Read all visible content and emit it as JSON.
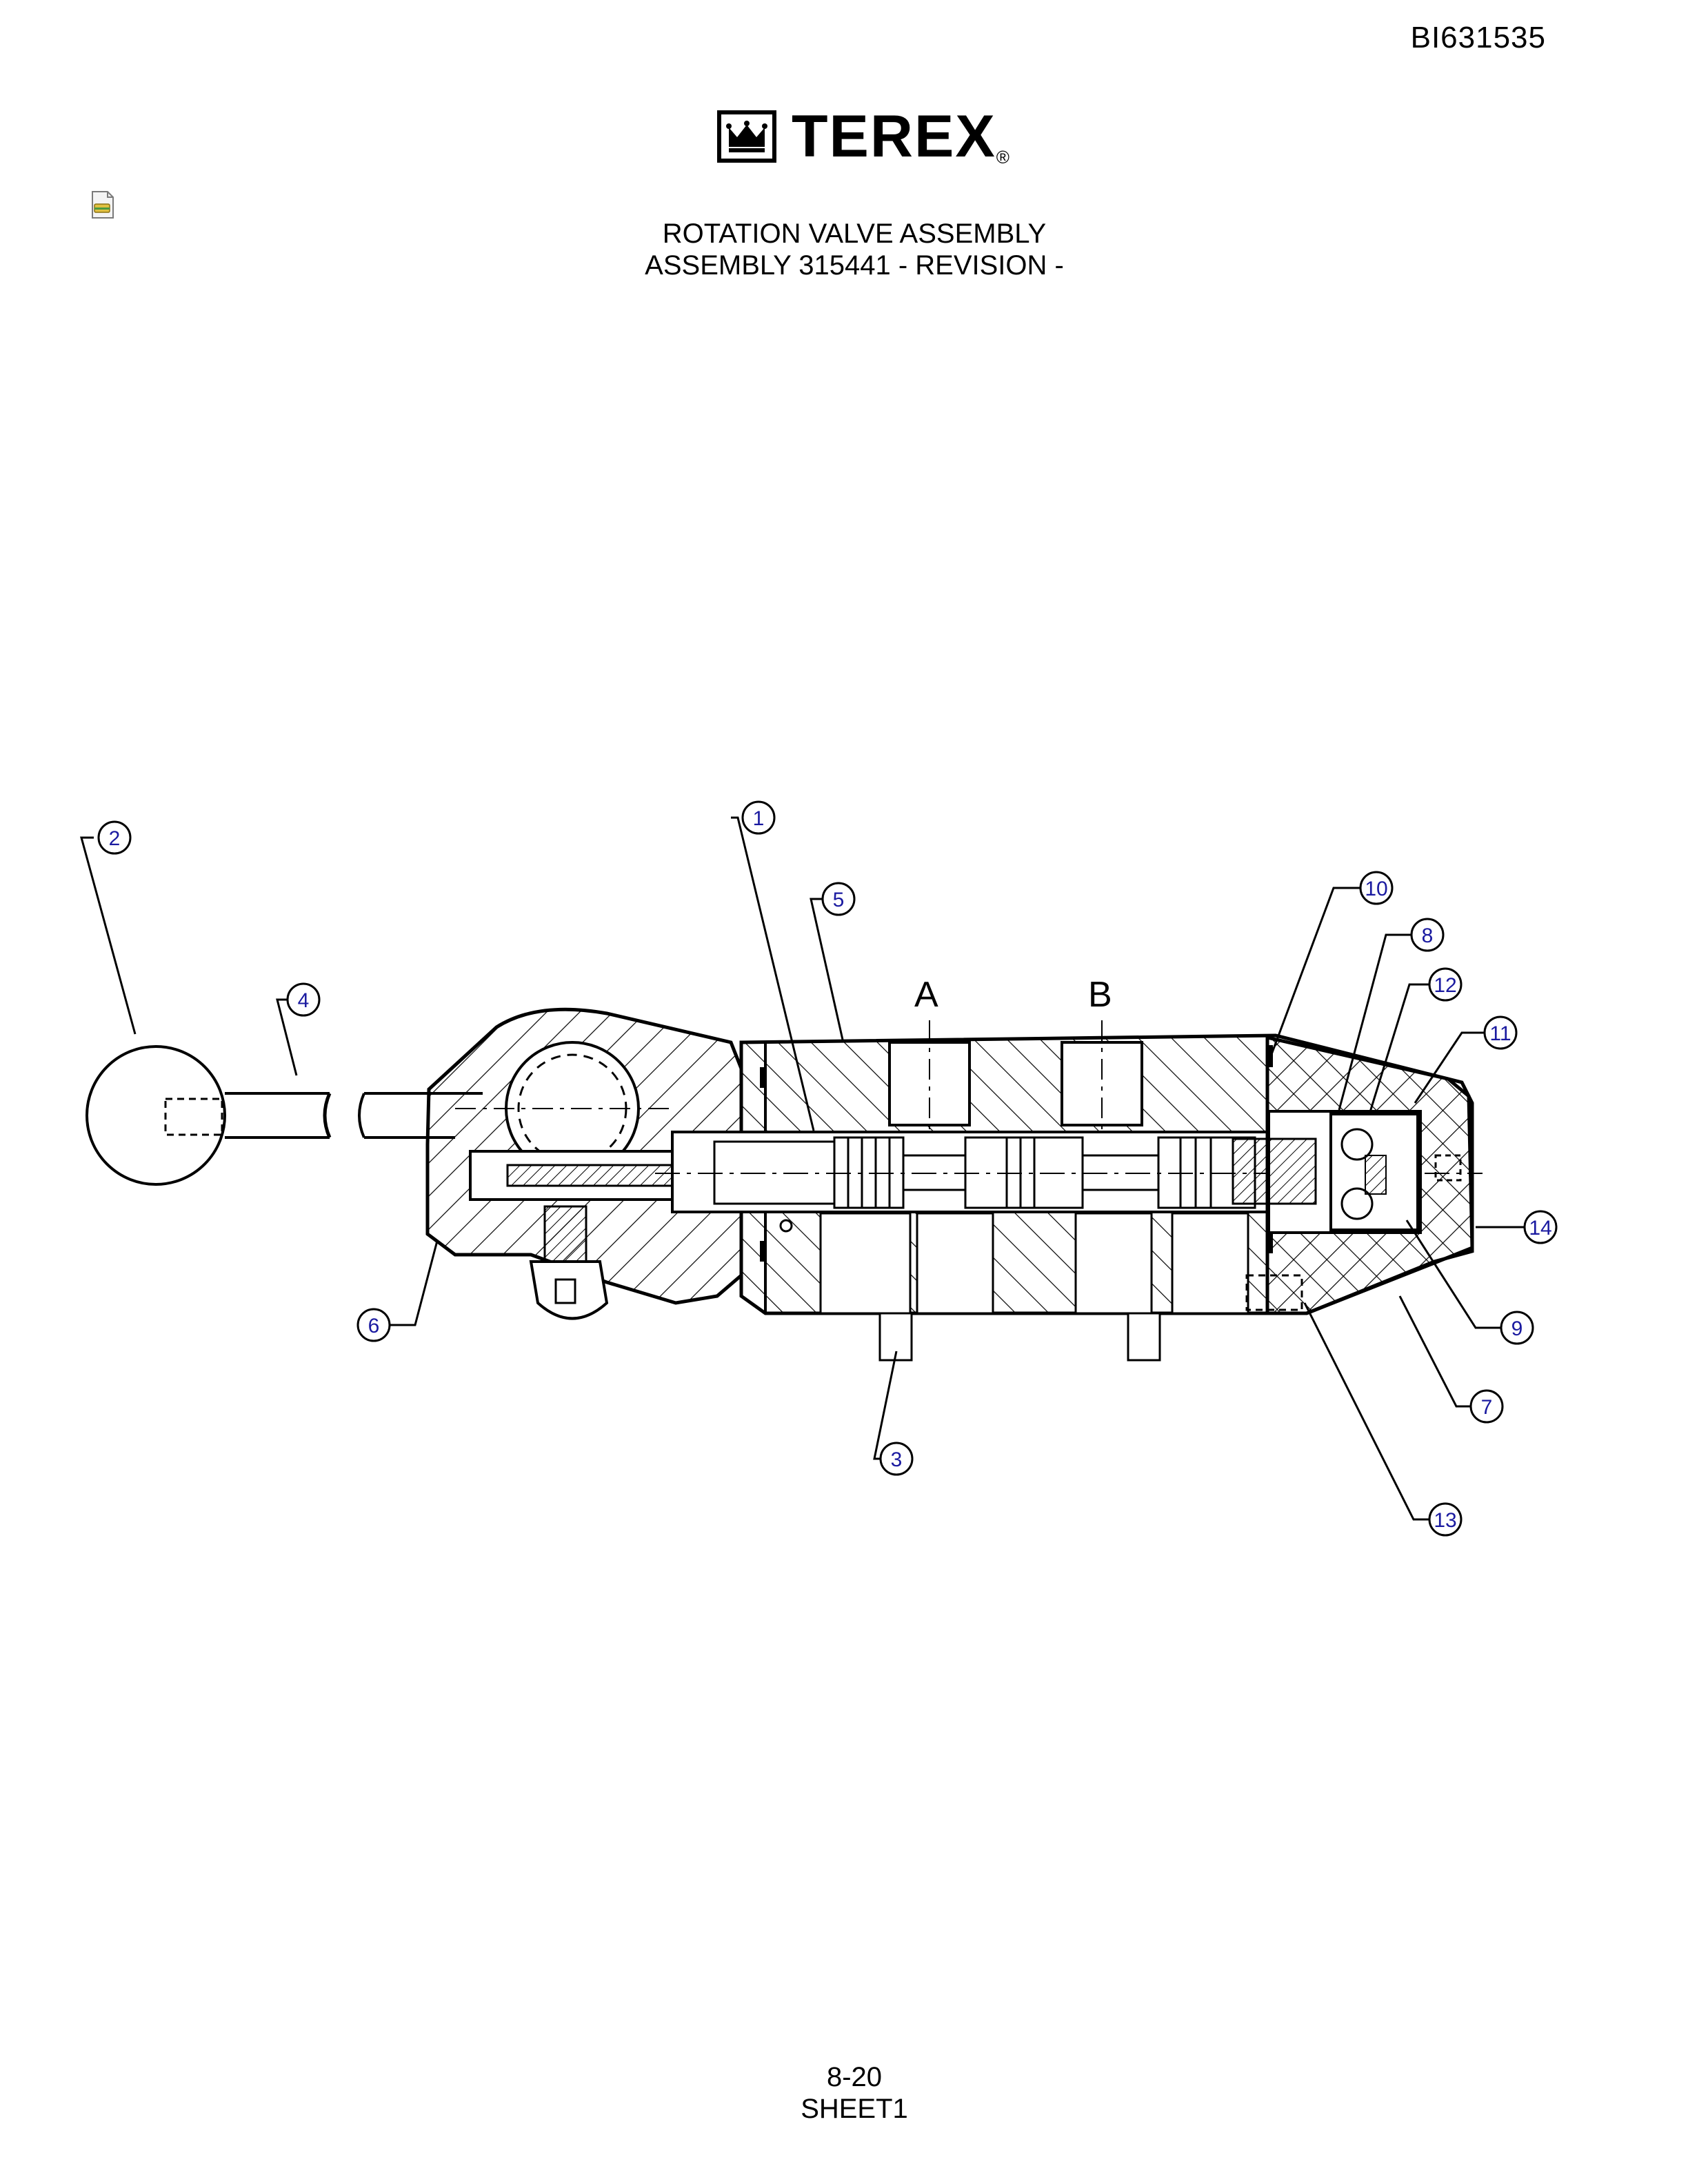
{
  "doc_id": "BI631535",
  "brand": {
    "name": "TEREX",
    "reg_mark": "®"
  },
  "title": {
    "line1": "ROTATION VALVE ASSEMBLY",
    "line2": "ASSEMBLY 315441 - REVISION -"
  },
  "diagram": {
    "port_labels": [
      "A",
      "B"
    ],
    "callouts": [
      "1",
      "2",
      "3",
      "4",
      "5",
      "6",
      "7",
      "8",
      "9",
      "10",
      "11",
      "12",
      "13",
      "14"
    ]
  },
  "footer": {
    "page": "8-20",
    "sheet": "SHEET1"
  },
  "icons": {
    "document": "document-icon",
    "logo": "terex-crown-icon"
  }
}
